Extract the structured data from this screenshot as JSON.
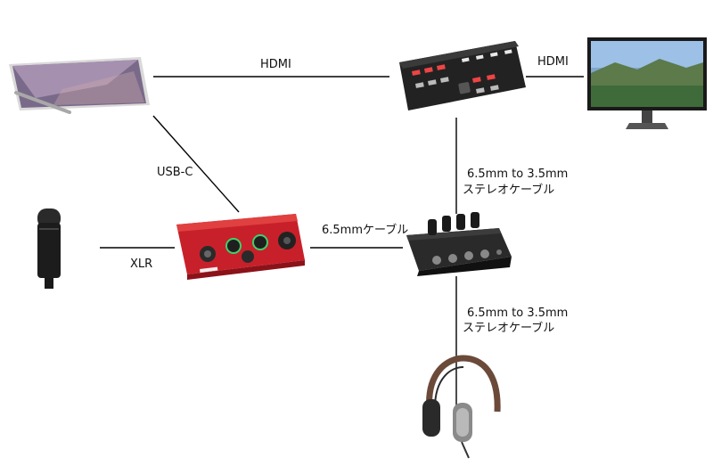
{
  "connections": {
    "hdmi_laptop": "HDMI",
    "hdmi_monitor": "HDMI",
    "usbc": "USB-C",
    "xlr": "XLR",
    "cable_65": "6.5mmケーブル",
    "stereo_top_line1": "6.5mm to 3.5mm",
    "stereo_top_line2": "ステレオケーブル",
    "stereo_bottom_line1": "6.5mm to 3.5mm",
    "stereo_bottom_line2": "ステレオケーブル"
  },
  "devices": {
    "laptop": "laptop-icon",
    "switcher": "video-switcher-icon",
    "monitor": "monitor-icon",
    "microphone": "microphone-icon",
    "audio_interface": "audio-interface-icon",
    "headphone_amp": "headphone-amp-icon",
    "headphones": "headphones-icon"
  },
  "colors": {
    "interface_red": "#c8202a",
    "device_dark": "#1c1c1c",
    "line": "#000000"
  }
}
